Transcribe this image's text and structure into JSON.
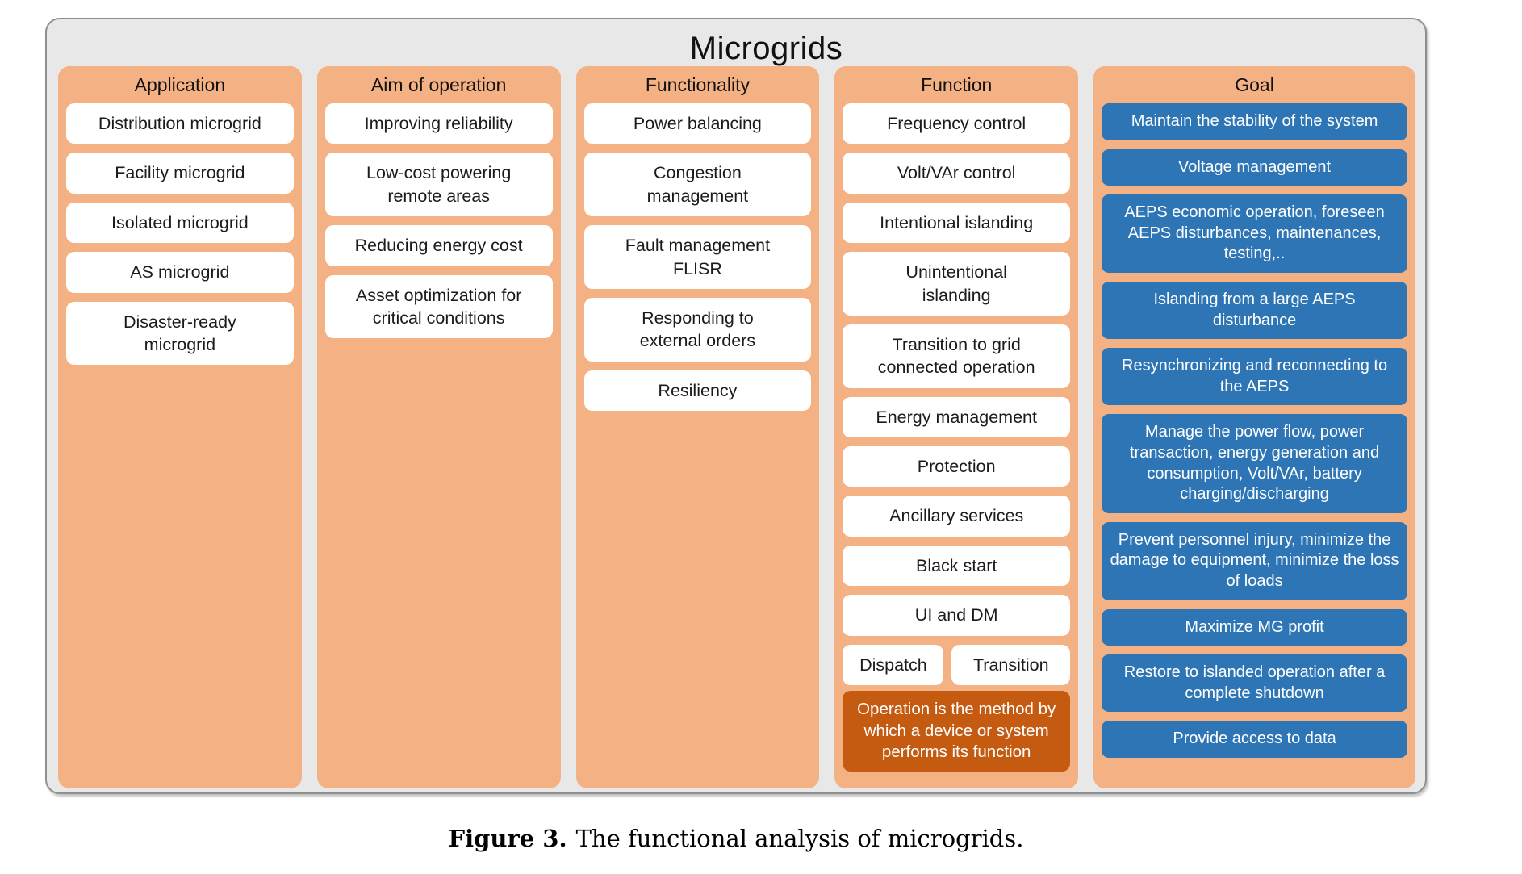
{
  "title": "Microgrids",
  "caption": {
    "label": "Figure 3.",
    "text": "The functional analysis of microgrids."
  },
  "colors": {
    "column_orange": "#F4B183",
    "note_dark_orange": "#C55A11",
    "goal_blue": "#2E75B6",
    "container_gray": "#E9E8E8",
    "item_white": "#FFFFFF"
  },
  "columns": [
    {
      "header": "Application",
      "items": [
        "Distribution microgrid",
        "Facility microgrid",
        "Isolated microgrid",
        "AS microgrid",
        "Disaster-ready\nmicrogrid"
      ]
    },
    {
      "header": "Aim of operation",
      "items": [
        "Improving reliability",
        "Low-cost powering\nremote areas",
        "Reducing energy cost",
        "Asset optimization for\ncritical conditions"
      ]
    },
    {
      "header": "Functionality",
      "items": [
        "Power balancing",
        "Congestion\nmanagement",
        "Fault management\nFLISR",
        "Responding to\nexternal orders",
        "Resiliency"
      ]
    },
    {
      "header": "Function",
      "items": [
        "Frequency control",
        "Volt/VAr control",
        "Intentional islanding",
        "Unintentional\nislanding",
        "Transition to grid\nconnected operation",
        "Energy management",
        "Protection",
        "Ancillary services",
        "Black start",
        "UI and DM"
      ],
      "pair": [
        "Dispatch",
        "Transition"
      ],
      "note": "Operation is the method by which a device or system performs its function"
    },
    {
      "header": "Goal",
      "items": [
        "Maintain the stability of the system",
        "Voltage management",
        "AEPS economic operation, foreseen AEPS disturbances, maintenances, testing,..",
        "Islanding from a large AEPS\ndisturbance",
        "Resynchronizing and reconnecting to the AEPS",
        "Manage the power flow, power transaction, energy generation and consumption, Volt/VAr, battery charging/discharging",
        "Prevent personnel injury, minimize the damage to equipment, minimize the loss of loads",
        "Maximize MG profit",
        "Restore to islanded operation after a complete shutdown",
        "Provide access to data"
      ]
    }
  ]
}
